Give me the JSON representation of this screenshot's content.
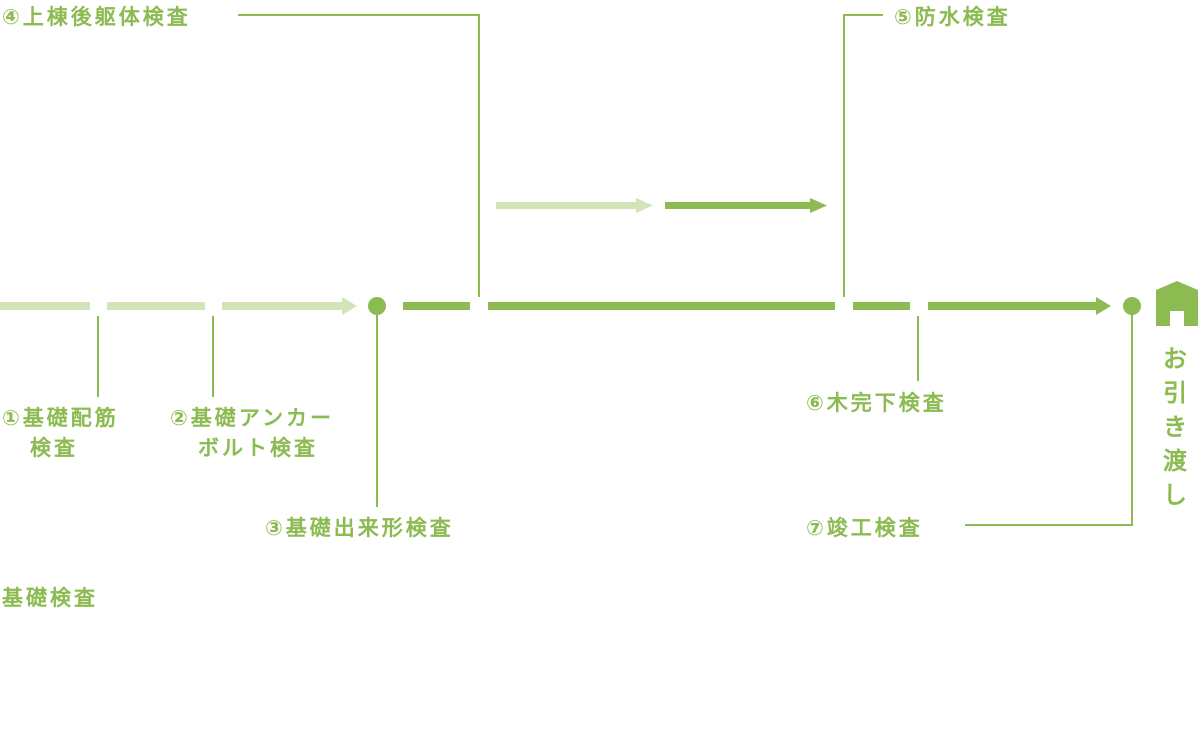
{
  "colors": {
    "accent": "#8bbb51",
    "light": "#d2e5b8"
  },
  "title": "基礎検査",
  "steps": [
    {
      "num": "①",
      "lines": [
        "基礎配筋",
        "検査"
      ]
    },
    {
      "num": "②",
      "lines": [
        "基礎アンカー",
        "ボルト検査"
      ]
    },
    {
      "num": "③",
      "lines": [
        "基礎出来形検査"
      ]
    },
    {
      "num": "④",
      "lines": [
        "上棟後躯体検査"
      ]
    },
    {
      "num": "⑤",
      "lines": [
        "防水検査"
      ]
    },
    {
      "num": "⑥",
      "lines": [
        "木完下検査"
      ]
    },
    {
      "num": "⑦",
      "lines": [
        "竣工検査"
      ]
    }
  ],
  "handover": {
    "label_chars": [
      "お",
      "引",
      "き",
      "渡",
      "し"
    ],
    "icon": "house-icon"
  },
  "legend": {
    "arrows": [
      "light-arrow",
      "dark-arrow"
    ]
  }
}
